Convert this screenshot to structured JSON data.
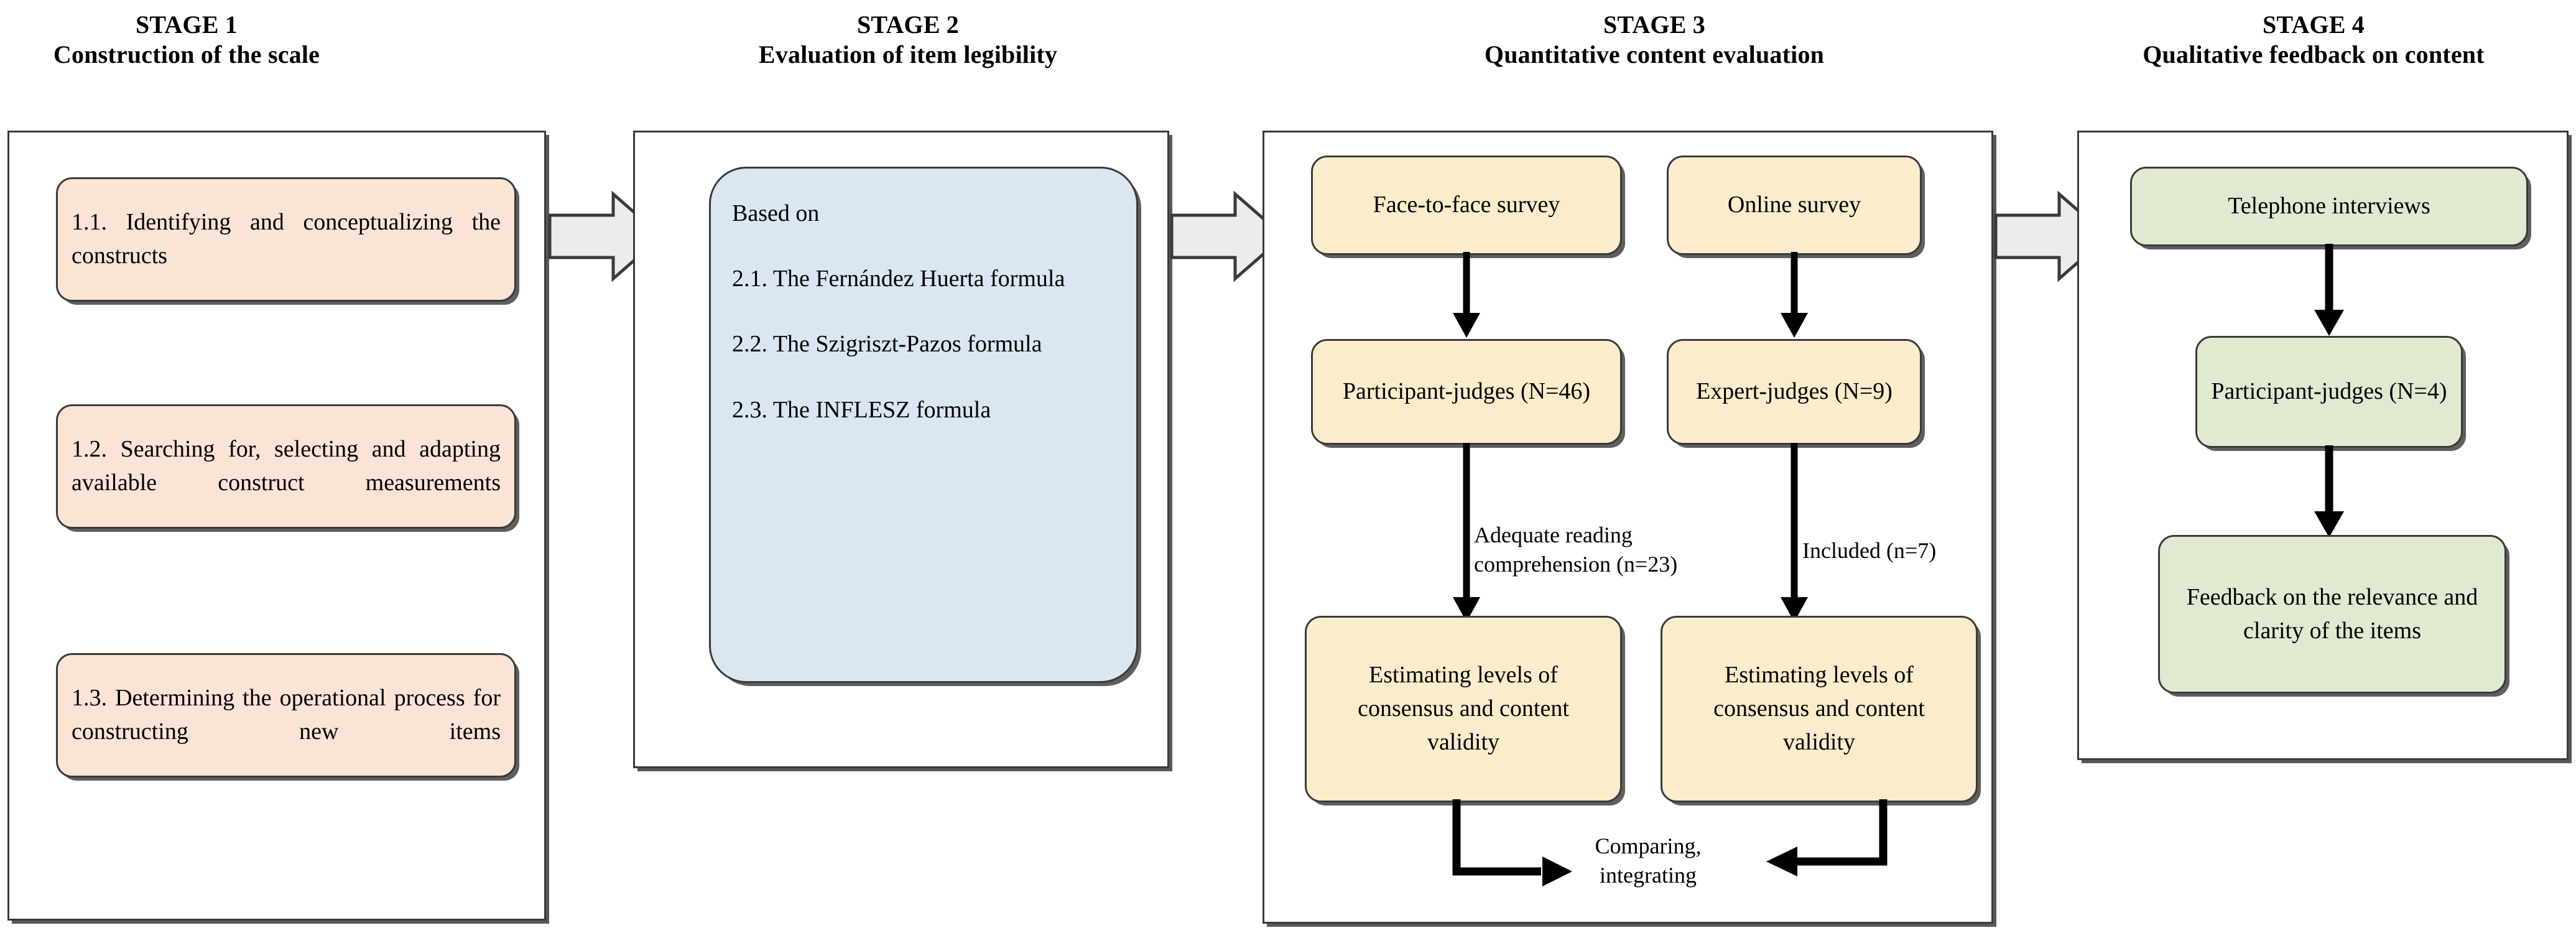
{
  "diagram": {
    "title": "Four-stage scale development flowchart",
    "colors": {
      "stage1_node": "#fbe3d6",
      "stage2_node": "#dae6f2",
      "stage3_node": "#fbeccb",
      "stage4_node": "#dfead1",
      "border": "#3a3a3a",
      "block_arrow_fill": "#ececec",
      "background": "#ffffff"
    }
  },
  "stages": [
    {
      "id": "stage-1",
      "header_line1": "STAGE 1",
      "header_line2": "Construction of the scale",
      "nodes": [
        {
          "id": "node-1-1",
          "text": "1.1. Identifying and conceptualizing the constructs"
        },
        {
          "id": "node-1-2",
          "text": "1.2. Searching for, selecting and adapting available construct measurements"
        },
        {
          "id": "node-1-3",
          "text": "1.3. Determining the operational process for constructing new items"
        }
      ]
    },
    {
      "id": "stage-2",
      "header_line1": "STAGE 2",
      "header_line2": "Evaluation of item legibility",
      "panel": {
        "intro": "Based on",
        "items": [
          "2.1. The Fernández Huerta formula",
          "2.2. The Szigriszt-Pazos formula",
          "2.3. The INFLESZ formula"
        ]
      }
    },
    {
      "id": "stage-3",
      "header_line1": "STAGE 3",
      "header_line2": "Quantitative content evaluation",
      "nodes": [
        {
          "id": "node-3-face-to-face",
          "text": "Face-to-face survey"
        },
        {
          "id": "node-3-online",
          "text": "Online survey"
        },
        {
          "id": "node-3-participant-judges",
          "text": "Participant-judges (N=46)"
        },
        {
          "id": "node-3-expert-judges",
          "text": "Expert-judges (N=9)"
        },
        {
          "id": "node-3-estimating-left",
          "text": "Estimating levels of consensus and content validity"
        },
        {
          "id": "node-3-estimating-right",
          "text": "Estimating levels of consensus and content validity"
        }
      ],
      "edge_labels": [
        {
          "id": "label-adequate-reading",
          "text": "Adequate reading comprehension (n=23)"
        },
        {
          "id": "label-included",
          "text": "Included (n=7)"
        },
        {
          "id": "label-comparing",
          "text": "Comparing, integrating"
        }
      ]
    },
    {
      "id": "stage-4",
      "header_line1": "STAGE 4",
      "header_line2": "Qualitative feedback on content",
      "nodes": [
        {
          "id": "node-4-telephone",
          "text": "Telephone interviews"
        },
        {
          "id": "node-4-participant-judges",
          "text": "Participant-judges (N=4)"
        },
        {
          "id": "node-4-feedback",
          "text": "Feedback on the relevance and clarity of the items"
        }
      ]
    }
  ],
  "connectors": {
    "stage1_to_stage2": "block-arrow-right",
    "stage2_to_stage3": "block-arrow-right",
    "stage3_to_stage4": "block-arrow-right"
  }
}
